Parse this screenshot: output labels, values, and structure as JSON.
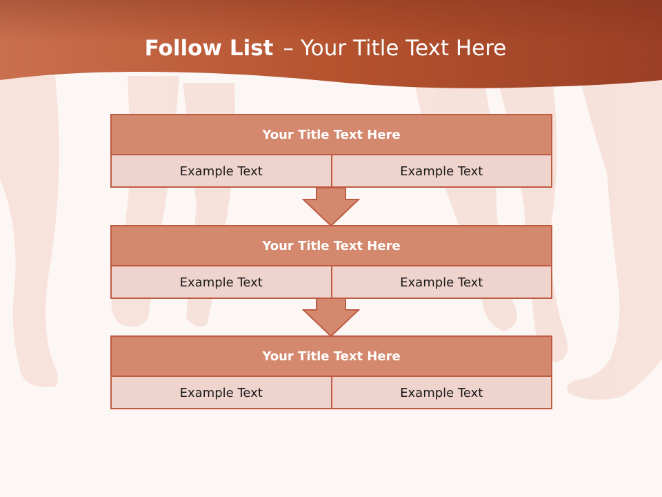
{
  "slide": {
    "title_bold": "Follow List",
    "title_dash": "–",
    "title_rest": "Your Title Text Here"
  },
  "steps": [
    {
      "title": "Your Title Text Here",
      "cells": [
        "Example Text",
        "Example Text"
      ]
    },
    {
      "title": "Your Title Text Here",
      "cells": [
        "Example Text",
        "Example Text"
      ]
    },
    {
      "title": "Your Title Text Here",
      "cells": [
        "Example Text",
        "Example Text"
      ]
    }
  ],
  "colors": {
    "banner": "#b9583b",
    "header_fill": "#d4886e",
    "cell_fill": "#efd4cd",
    "border": "#be5b43",
    "arrow_fill": "#d4886e"
  }
}
